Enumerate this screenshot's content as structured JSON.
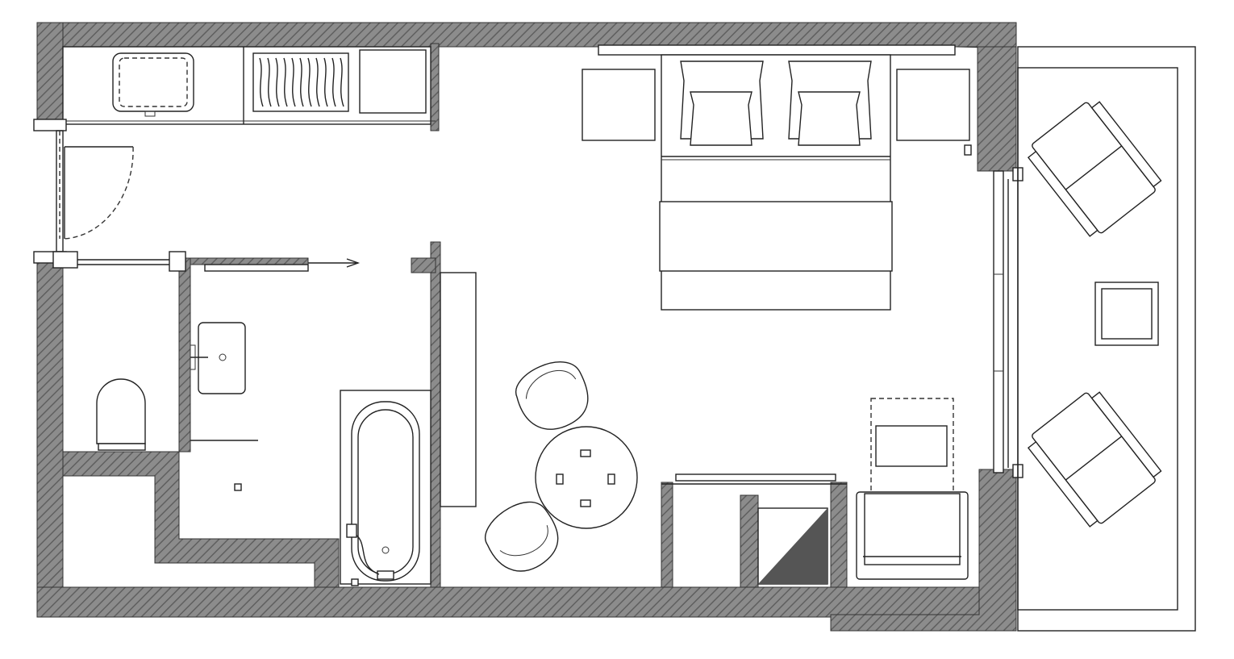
{
  "plan": {
    "colors": {
      "wall_fill": "#8c8c8c",
      "wall_line": "#5f5f5f",
      "line": "#222222",
      "background": "#ffffff",
      "dark_fill": "#555555"
    },
    "rooms": [
      "entry",
      "wardrobe",
      "bathroom",
      "bedroom",
      "balcony"
    ],
    "fixtures": {
      "bedroom": [
        "double-bed",
        "nightstand",
        "nightstand",
        "pillow",
        "pillow",
        "pillow",
        "pillow",
        "headboard-shelf",
        "round-table",
        "armchair",
        "armchair",
        "lounge-chair",
        "tv-console",
        "minibar-cabinet"
      ],
      "bathroom": [
        "toilet",
        "sink",
        "bathtub",
        "floor-drain",
        "sliding-door"
      ],
      "wardrobe": [
        "luggage-rack",
        "hangers",
        "safe"
      ],
      "entry": [
        "entry-door"
      ],
      "balcony": [
        "sun-lounger",
        "sun-lounger",
        "side-table"
      ]
    }
  }
}
